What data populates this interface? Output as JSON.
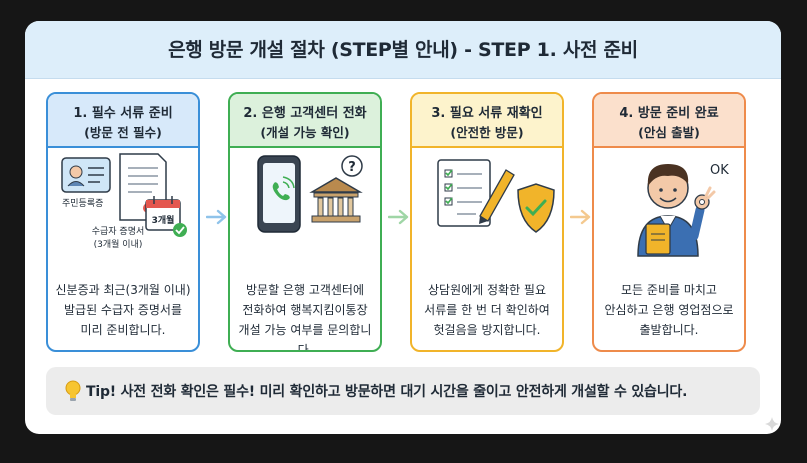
{
  "title": "은행 방문 개설 절차 (STEP별 안내) - STEP 1. 사전 준비",
  "colors": {
    "step1": "#3a8fd8",
    "step2": "#3fae53",
    "step3": "#f1b42a",
    "step4": "#ee8b4b"
  },
  "steps": [
    {
      "title": "1. 필수 서류 준비",
      "subtitle": "(방문 전 필수)",
      "illustration": {
        "id_label": "주민등록증",
        "cert_label": "수급자 증명서",
        "cert_note": "(3개월 이내)",
        "calendar_label": "3개월"
      },
      "desc": [
        "신분증과 최근(3개월 이내)",
        "발급된 수급자 증명서를",
        "미리 준비합니다."
      ]
    },
    {
      "title": "2. 은행 고객센터 전화",
      "subtitle": "(개설 가능 확인)",
      "illustration": {
        "question_mark": "?"
      },
      "desc": [
        "방문할 은행 고객센터에",
        "전화하여 행복지킴이통장",
        "개설 가능 여부를 문의합니다."
      ]
    },
    {
      "title": "3. 필요 서류 재확인",
      "subtitle": "(안전한 방문)",
      "desc": [
        "상담원에게 정확한 필요",
        "서류를 한 번 더 확인하여",
        "헛걸음을 방지합니다."
      ]
    },
    {
      "title": "4. 방문 준비 완료",
      "subtitle": "(안심 출발)",
      "illustration": {
        "ok_label": "OK"
      },
      "desc": [
        "모든 준비를 마치고",
        "안심하고 은행 영업점으로",
        "출발합니다."
      ]
    }
  ],
  "tip": "Tip! 사전 전화 확인은 필수! 미리 확인하고 방문하면 대기 시간을 줄이고 안전하게 개설할 수 있습니다."
}
